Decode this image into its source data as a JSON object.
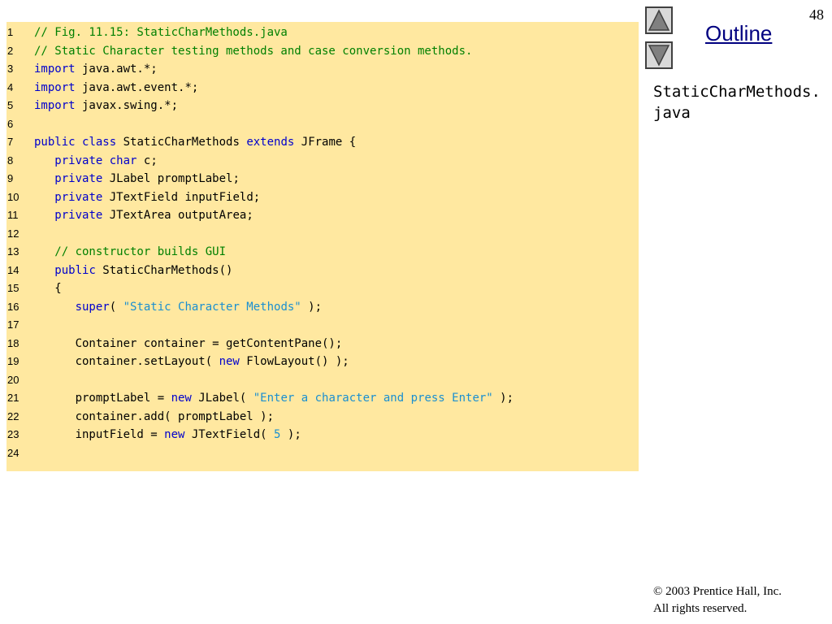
{
  "page_number": "48",
  "nav": {
    "outline_label": "Outline",
    "up_icon": "triangle-up-icon",
    "down_icon": "triangle-down-icon"
  },
  "file_name": "StaticCharMethods.java",
  "copyright": {
    "line1": "© 2003 Prentice Hall, Inc.",
    "line2": "All rights reserved."
  },
  "colors": {
    "panel_background": "#ffe8a0",
    "comment": "#008000",
    "keyword": "#0000cc",
    "string": "#1a8fd0",
    "outline_link": "#000080"
  },
  "code_lines": [
    {
      "n": "1",
      "tokens": [
        {
          "t": "// Fig. 11.15: StaticCharMethods.java",
          "k": "comment"
        }
      ]
    },
    {
      "n": "2",
      "tokens": [
        {
          "t": "// Static Character testing methods and case conversion methods.",
          "k": "comment"
        }
      ]
    },
    {
      "n": "3",
      "tokens": [
        {
          "t": "import",
          "k": "keyword"
        },
        {
          "t": " java.awt.*;",
          "k": "plain"
        }
      ]
    },
    {
      "n": "4",
      "tokens": [
        {
          "t": "import",
          "k": "keyword"
        },
        {
          "t": " java.awt.event.*;",
          "k": "plain"
        }
      ]
    },
    {
      "n": "5",
      "tokens": [
        {
          "t": "import",
          "k": "keyword"
        },
        {
          "t": " javax.swing.*;",
          "k": "plain"
        }
      ]
    },
    {
      "n": "6",
      "tokens": []
    },
    {
      "n": "7",
      "tokens": [
        {
          "t": "public",
          "k": "keyword"
        },
        {
          "t": " ",
          "k": "plain"
        },
        {
          "t": "class",
          "k": "keyword"
        },
        {
          "t": " StaticCharMethods ",
          "k": "plain"
        },
        {
          "t": "extends",
          "k": "keyword"
        },
        {
          "t": " JFrame {",
          "k": "plain"
        }
      ]
    },
    {
      "n": "8",
      "tokens": [
        {
          "t": "   ",
          "k": "plain"
        },
        {
          "t": "private",
          "k": "keyword"
        },
        {
          "t": " ",
          "k": "plain"
        },
        {
          "t": "char",
          "k": "keyword"
        },
        {
          "t": " c;",
          "k": "plain"
        }
      ]
    },
    {
      "n": "9",
      "tokens": [
        {
          "t": "   ",
          "k": "plain"
        },
        {
          "t": "private",
          "k": "keyword"
        },
        {
          "t": " JLabel promptLabel;",
          "k": "plain"
        }
      ]
    },
    {
      "n": "10",
      "tokens": [
        {
          "t": "   ",
          "k": "plain"
        },
        {
          "t": "private",
          "k": "keyword"
        },
        {
          "t": " JTextField inputField;",
          "k": "plain"
        }
      ]
    },
    {
      "n": "11",
      "tokens": [
        {
          "t": "   ",
          "k": "plain"
        },
        {
          "t": "private",
          "k": "keyword"
        },
        {
          "t": " JTextArea outputArea;",
          "k": "plain"
        }
      ]
    },
    {
      "n": "12",
      "tokens": []
    },
    {
      "n": "13",
      "tokens": [
        {
          "t": "   // constructor builds GUI",
          "k": "comment"
        }
      ]
    },
    {
      "n": "14",
      "tokens": [
        {
          "t": "   ",
          "k": "plain"
        },
        {
          "t": "public",
          "k": "keyword"
        },
        {
          "t": " StaticCharMethods()",
          "k": "plain"
        }
      ]
    },
    {
      "n": "15",
      "tokens": [
        {
          "t": "   {",
          "k": "plain"
        }
      ]
    },
    {
      "n": "16",
      "tokens": [
        {
          "t": "      ",
          "k": "plain"
        },
        {
          "t": "super",
          "k": "keyword"
        },
        {
          "t": "( ",
          "k": "plain"
        },
        {
          "t": "\"Static Character Methods\"",
          "k": "string"
        },
        {
          "t": " );",
          "k": "plain"
        }
      ]
    },
    {
      "n": "17",
      "tokens": []
    },
    {
      "n": "18",
      "tokens": [
        {
          "t": "      Container container = getContentPane();",
          "k": "plain"
        }
      ]
    },
    {
      "n": "19",
      "tokens": [
        {
          "t": "      container.setLayout( ",
          "k": "plain"
        },
        {
          "t": "new",
          "k": "keyword"
        },
        {
          "t": " FlowLayout() );",
          "k": "plain"
        }
      ]
    },
    {
      "n": "20",
      "tokens": []
    },
    {
      "n": "21",
      "tokens": [
        {
          "t": "      promptLabel = ",
          "k": "plain"
        },
        {
          "t": "new",
          "k": "keyword"
        },
        {
          "t": " JLabel( ",
          "k": "plain"
        },
        {
          "t": "\"Enter a character and press Enter\"",
          "k": "string"
        },
        {
          "t": " );",
          "k": "plain"
        }
      ]
    },
    {
      "n": "22",
      "tokens": [
        {
          "t": "      container.add( promptLabel );",
          "k": "plain"
        }
      ]
    },
    {
      "n": "23",
      "tokens": [
        {
          "t": "      inputField = ",
          "k": "plain"
        },
        {
          "t": "new",
          "k": "keyword"
        },
        {
          "t": " JTextField( ",
          "k": "plain"
        },
        {
          "t": "5",
          "k": "number"
        },
        {
          "t": " );",
          "k": "plain"
        }
      ]
    },
    {
      "n": "24",
      "tokens": []
    }
  ]
}
